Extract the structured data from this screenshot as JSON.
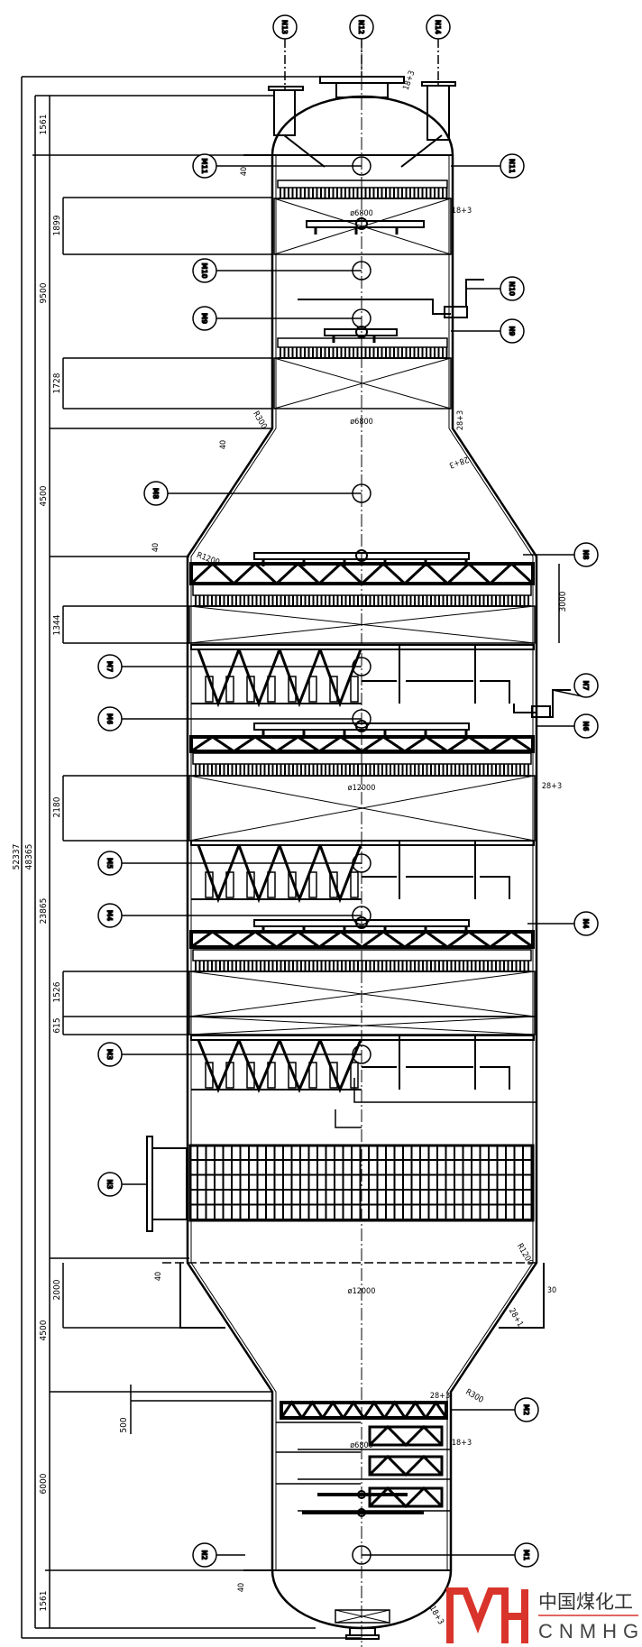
{
  "nozzle_labels": [
    "N13",
    "N12",
    "N14",
    "M11",
    "N11",
    "M10",
    "N10",
    "M9",
    "N9",
    "M8",
    "N8",
    "M7",
    "N7",
    "M6",
    "N6",
    "M5",
    "M4",
    "N4",
    "M3",
    "N3",
    "M2",
    "N2",
    "M1"
  ],
  "dimensions": [
    "52337",
    "48365",
    "1561",
    "1899",
    "9500",
    "1728",
    "4500",
    "1344",
    "2180",
    "23865",
    "1526",
    "615",
    "2000",
    "4500",
    "500",
    "6000",
    "1561",
    "3000"
  ],
  "annotations": [
    "18+3",
    "40",
    "ø6800",
    "18+3",
    "R300",
    "ø6800",
    "28+3",
    "40",
    "28+3",
    "40",
    "R1200",
    "ø12000",
    "28+3",
    "R1200",
    "40",
    "ø12000",
    "30",
    "28+1",
    "R300",
    "28+3",
    "ø6800",
    "18+3",
    "40",
    "18+3"
  ],
  "logo": {
    "mark": "MH",
    "cn": "中国煤化工",
    "en": "CNMHG",
    "color": "#d9342b"
  }
}
